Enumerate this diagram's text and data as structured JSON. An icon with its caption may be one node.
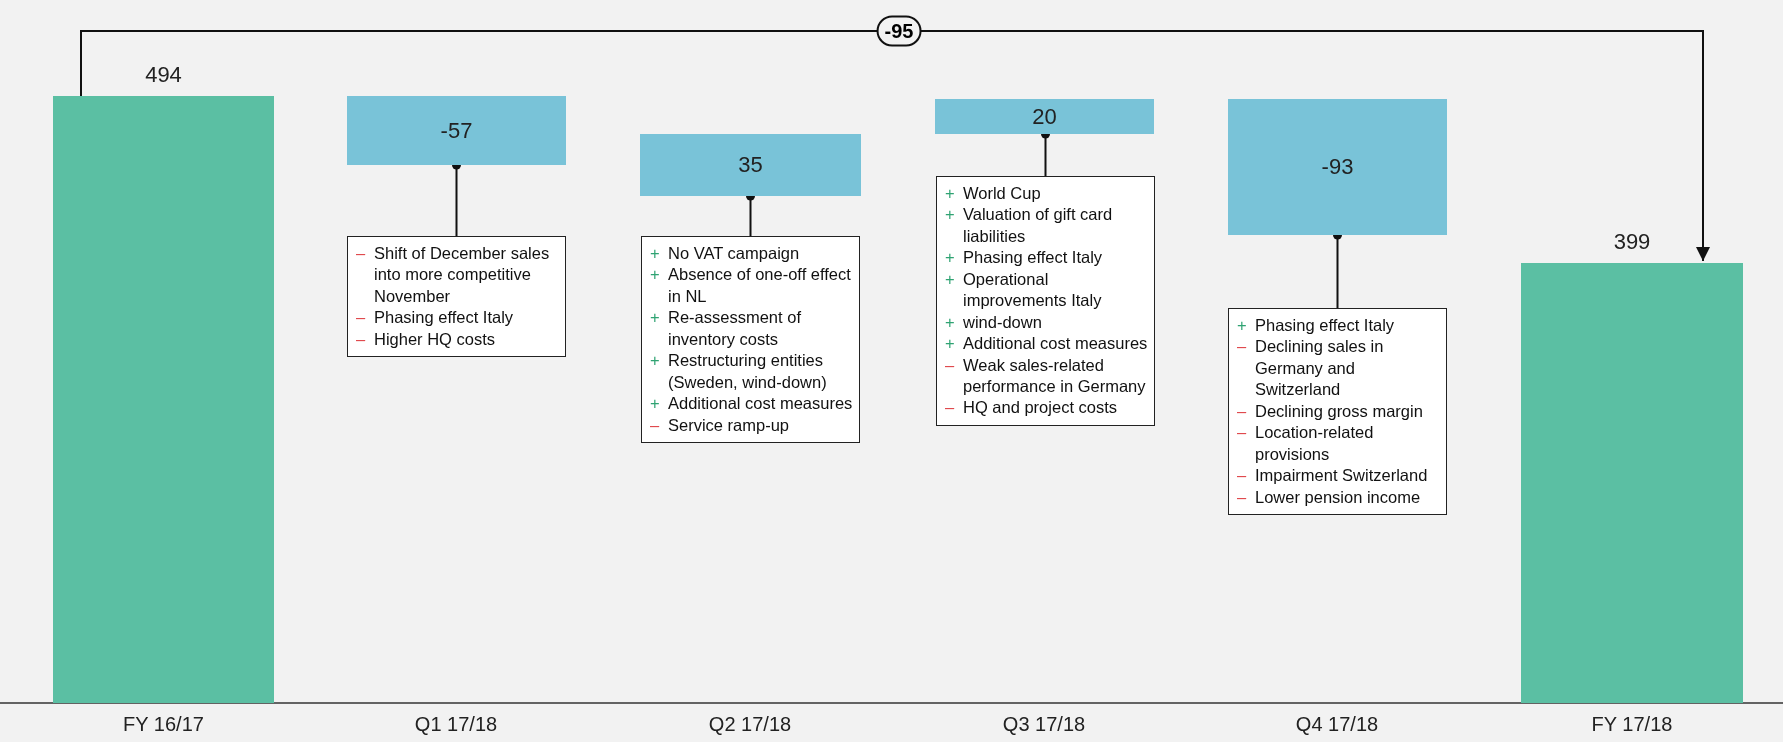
{
  "diagram": {
    "nodes": [
      {
        "text": [
          "494"
        ],
        "beside": [
          "FY 16/17"
        ]
      },
      {
        "text": [
          "-57"
        ]
      },
      {
        "text": [
          "– Shift of December sales into more competitive November",
          "– Phasing effect Italy",
          "– Higher HQ costs"
        ]
      },
      {
        "text": [
          "35"
        ]
      },
      {
        "text": [
          "+ No VAT campaign",
          "+ Absence of one-off effect in NL",
          "+ Re-assessment of inventory costs",
          "+ Restructuring entities (Sweden, wind-down)",
          "+ Additional cost measures",
          "– Service ramp-up"
        ]
      },
      {
        "text": [
          "20"
        ]
      },
      {
        "text": [
          "+ World Cup",
          "+ Valuation of gift card liabilities",
          "+ Phasing effect Italy",
          "+ Operational improvements Italy",
          "+ wind-down",
          "+ Additional cost measures",
          "– Weak sales-related performance in Germany",
          "– HQ and project costs"
        ]
      },
      {
        "text": [
          "-93"
        ]
      },
      {
        "text": [
          "+ Phasing effect Italy",
          "– Declining sales in Germany and Switzerland",
          "– Declining gross margin",
          "– Location-related provisions",
          "– Impairment Switzerland",
          "– Lower pension income"
        ]
      },
      {
        "text": [
          "399"
        ],
        "beside": [
          "FY 17/18"
        ]
      }
    ],
    "edges": [
      {
        "from": 2,
        "to": 1,
        "arrow": "other"
      },
      {
        "from": 4,
        "to": 3,
        "arrow": "other"
      },
      {
        "from": 6,
        "to": 5,
        "arrow": "other"
      },
      {
        "from": 8,
        "to": 7,
        "arrow": "other"
      },
      {
        "from": 0,
        "to": 9,
        "arrow": "to",
        "label": "-95"
      }
    ],
    "labels": [
      "Q1 17/18",
      "Q2 17/18",
      "Q3 17/18",
      "Q4 17/18"
    ]
  }
}
